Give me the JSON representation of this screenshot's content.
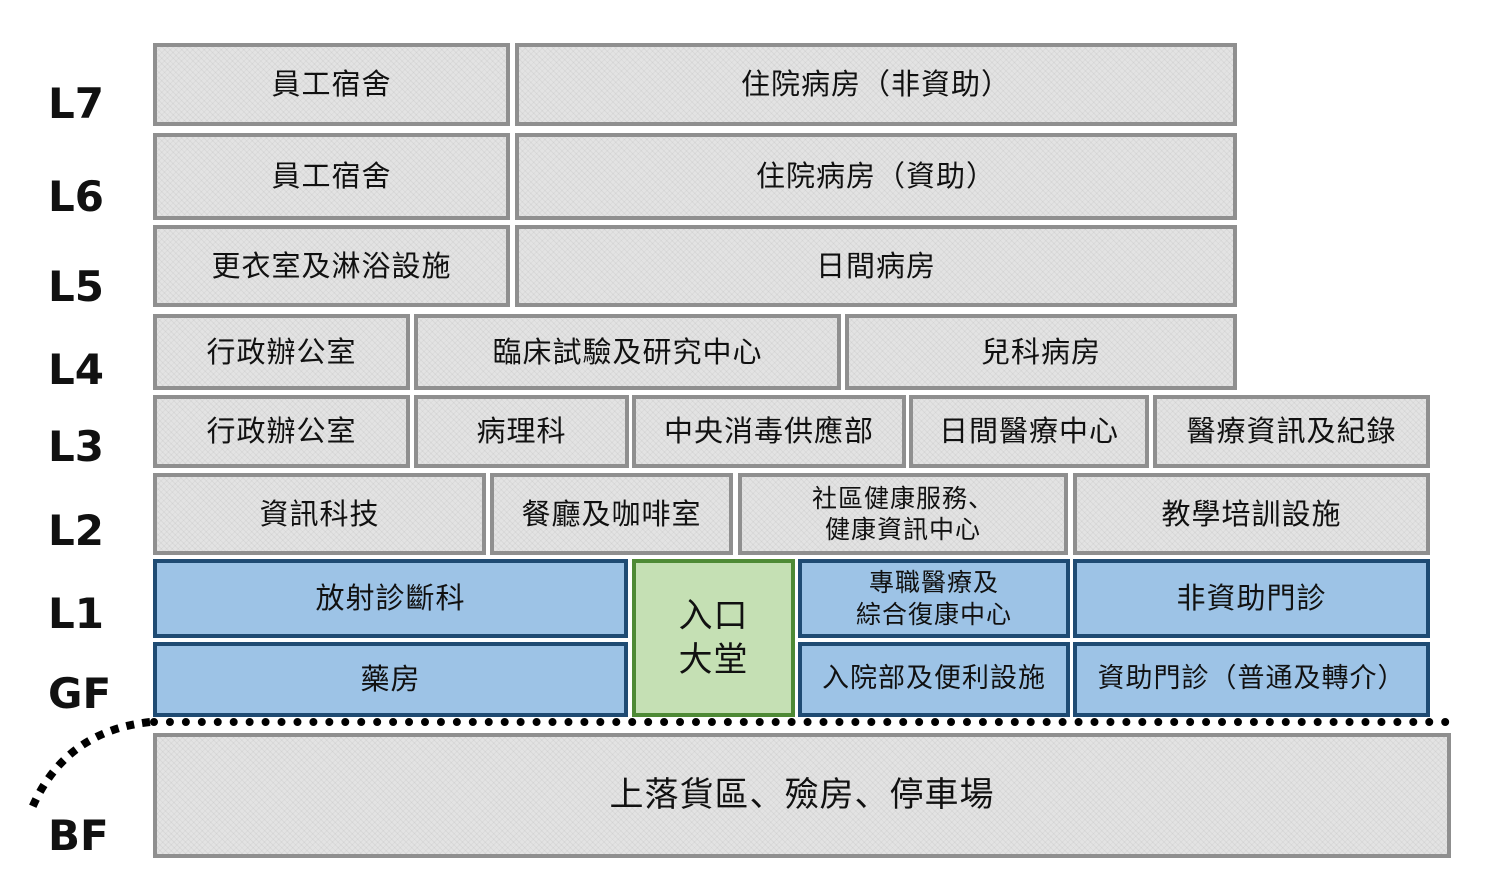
{
  "floors": [
    {
      "id": "L7",
      "label": "L7"
    },
    {
      "id": "L6",
      "label": "L6"
    },
    {
      "id": "L5",
      "label": "L5"
    },
    {
      "id": "L4",
      "label": "L4"
    },
    {
      "id": "L3",
      "label": "L3"
    },
    {
      "id": "L2",
      "label": "L2"
    },
    {
      "id": "L1",
      "label": "L1"
    },
    {
      "id": "GF",
      "label": "GF"
    },
    {
      "id": "BF",
      "label": "BF"
    }
  ],
  "rooms": {
    "L7": [
      "員工宿舍",
      "住院病房（非資助）"
    ],
    "L6": [
      "員工宿舍",
      "住院病房（資助）"
    ],
    "L5": [
      "更衣室及淋浴設施",
      "日間病房"
    ],
    "L4": [
      "行政辦公室",
      "臨床試驗及研究中心",
      "兒科病房"
    ],
    "L3": [
      "行政辦公室",
      "病理科",
      "中央消毒供應部",
      "日間醫療中心",
      "醫療資訊及紀錄"
    ],
    "L2": [
      "資訊科技",
      "餐廳及咖啡室",
      "社區健康服務、\n健康資訊中心",
      "教學培訓設施"
    ],
    "L1": [
      "放射診斷科",
      "專職醫療及\n綜合復康中心",
      "非資助門診"
    ],
    "GF": [
      "藥房",
      "入院部及便利設施",
      "資助門診（普通及轉介）"
    ],
    "entrance": "入口\n大堂",
    "BF": "上落貨區、殮房、停車場"
  },
  "colors": {
    "upper_floor_fill": "#e3e3e3",
    "upper_floor_border": "#8f8f8f",
    "public_floor_fill": "#9dc3e6",
    "public_floor_border": "#1f4b73",
    "entrance_fill": "#c5e0b4",
    "entrance_border": "#4e8a35",
    "ground_line": "#000000"
  }
}
